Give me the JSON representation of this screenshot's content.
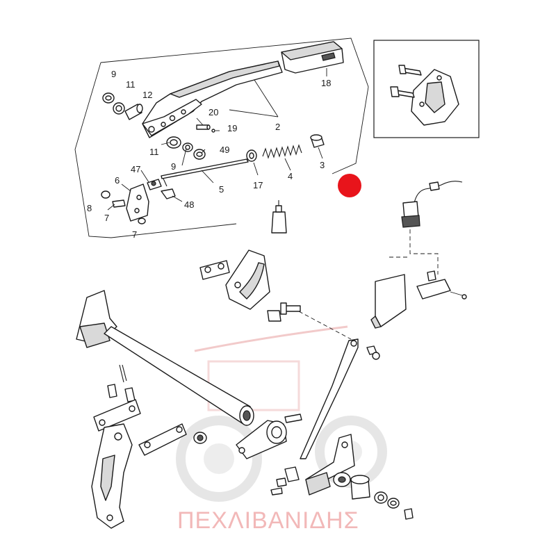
{
  "callouts": [
    {
      "id": "c9a",
      "text": "9"
    },
    {
      "id": "c11a",
      "text": "11"
    },
    {
      "id": "c12",
      "text": "12"
    },
    {
      "id": "c20",
      "text": "20"
    },
    {
      "id": "c19",
      "text": "19"
    },
    {
      "id": "c2",
      "text": "2"
    },
    {
      "id": "c18",
      "text": "18"
    },
    {
      "id": "c11b",
      "text": "11"
    },
    {
      "id": "c49",
      "text": "49"
    },
    {
      "id": "c9b",
      "text": "9"
    },
    {
      "id": "c3",
      "text": "3"
    },
    {
      "id": "c47",
      "text": "47"
    },
    {
      "id": "c6",
      "text": "6"
    },
    {
      "id": "c5",
      "text": "5"
    },
    {
      "id": "c17",
      "text": "17"
    },
    {
      "id": "c4",
      "text": "4"
    },
    {
      "id": "c48",
      "text": "48"
    },
    {
      "id": "c8",
      "text": "8"
    },
    {
      "id": "c7a",
      "text": "7"
    },
    {
      "id": "c7b",
      "text": "7"
    }
  ],
  "watermark": {
    "text": "ΠΕΧΛΙΒΑΝΙΔΗΣ",
    "color": "#f2b8b8"
  },
  "marker": {
    "color": "#e8141b"
  }
}
